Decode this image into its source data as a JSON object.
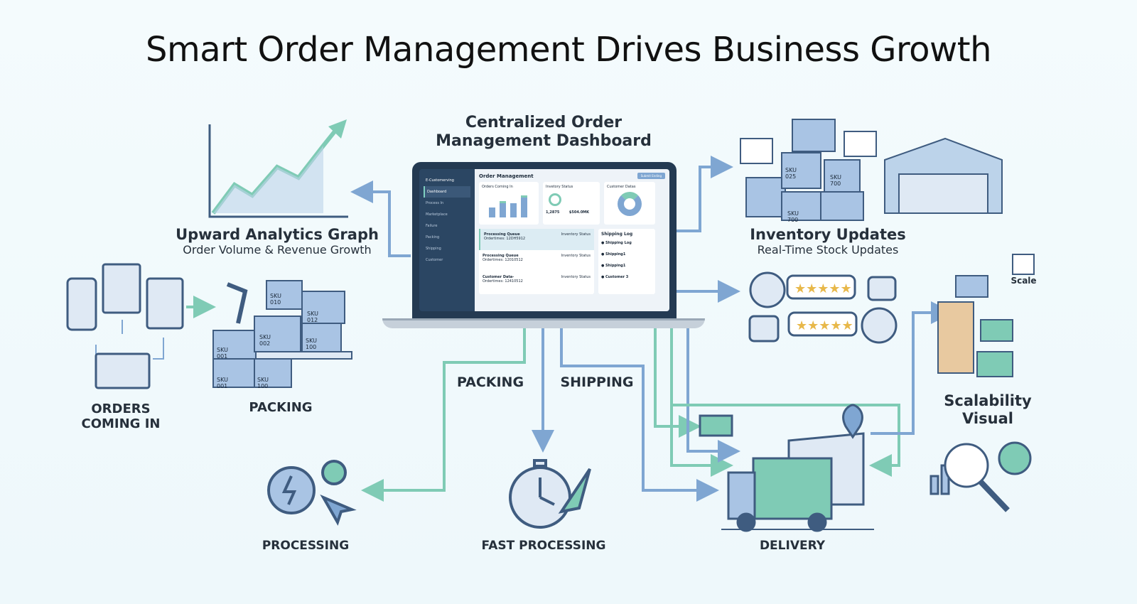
{
  "title": "Smart Order Management Drives Business Growth",
  "dashboard": {
    "heading_line1": "Centralized Order",
    "heading_line2": "Management Dashboard",
    "app_name": "E-Customerving",
    "sidebar": [
      "Dashboard",
      "Process In",
      "Marketplace",
      "Failure",
      "Packing",
      "Shipping",
      "Customer"
    ],
    "page_title": "Order Management",
    "action_button": "Submit Ending",
    "cards": {
      "orders": "Orders Coming In",
      "inventory": "Invetory Status",
      "customer": "Customer Datas"
    },
    "inventory_values": [
      "1,2875",
      "$504.0MK"
    ],
    "queue": [
      {
        "title": "Processing Queue",
        "sub": "Ordertimes: 12DH5912",
        "status": "Inventory Status"
      },
      {
        "title": "Processing Queue",
        "sub": "Ordertimes: 12010512",
        "status": "Inventory Status"
      },
      {
        "title": "Customer Data-",
        "sub": "Ordertimes: 12410512",
        "status": "Inventory Status"
      }
    ],
    "shipping_log": {
      "title": "Shipping Log",
      "items": [
        "Shipping Log",
        "Shipping1",
        "Shipping1",
        "Customer 3"
      ]
    }
  },
  "labels": {
    "analytics_title": "Upward Analytics Graph",
    "analytics_sub": "Order Volume & Revenue Growth",
    "inventory_title": "Inventory Updates",
    "inventory_sub": "Real-Time Stock Updates",
    "orders": "ORDERS\nCOMING IN",
    "packing_left": "PACKING",
    "packing_flow": "PACKING",
    "shipping_flow": "SHIPPING",
    "processing": "PROCESSING",
    "fast_processing": "FAST PROCESSING",
    "delivery": "DELIVERY",
    "scalability": "Scalability\nVisual",
    "scale": "Scale"
  },
  "boxes": [
    "SKU 010",
    "SKU 012",
    "SKU 002",
    "SKU 001",
    "SKU 100",
    "SKU 100",
    "SKU 001",
    "SKU 025",
    "SKU 700",
    "SKU 700"
  ],
  "colors": {
    "blue": "#7fa6d2",
    "green": "#7fcbb5",
    "dark": "#3f5c80"
  }
}
